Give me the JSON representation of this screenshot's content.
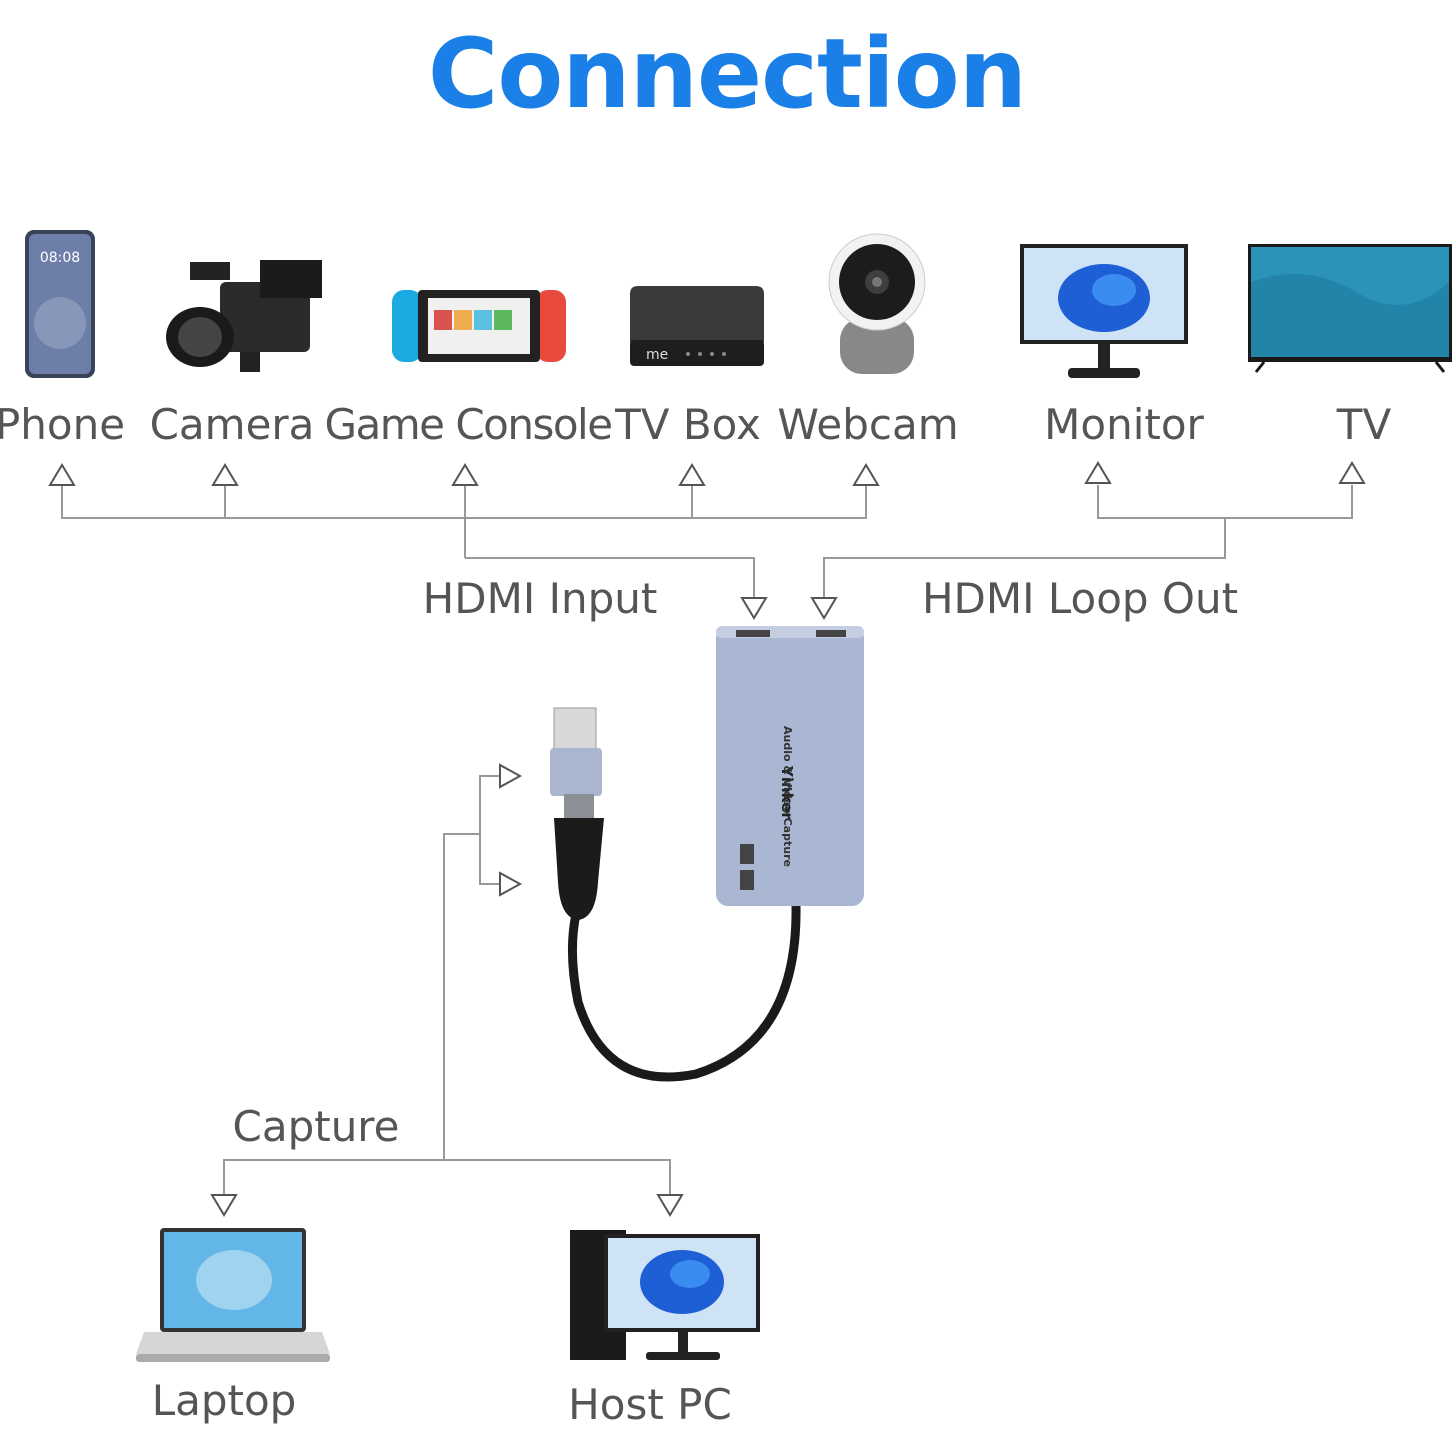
{
  "title": "Connection",
  "devices": {
    "phone": "Phone",
    "camera": "Camera",
    "game_console": "Game Console",
    "tv_box": "TV Box",
    "webcam": "Webcam",
    "monitor": "Monitor",
    "tv": "TV",
    "laptop": "Laptop",
    "host_pc": "Host PC"
  },
  "connections": {
    "hdmi_input": "HDMI Input",
    "hdmi_loop_out": "HDMI Loop Out",
    "capture": "Capture"
  },
  "product": {
    "brand": "Yinker",
    "subtitle": "Audio & Video Capture"
  },
  "colors": {
    "title": "#1a7fe6",
    "line": "#999999",
    "text": "#555555"
  }
}
